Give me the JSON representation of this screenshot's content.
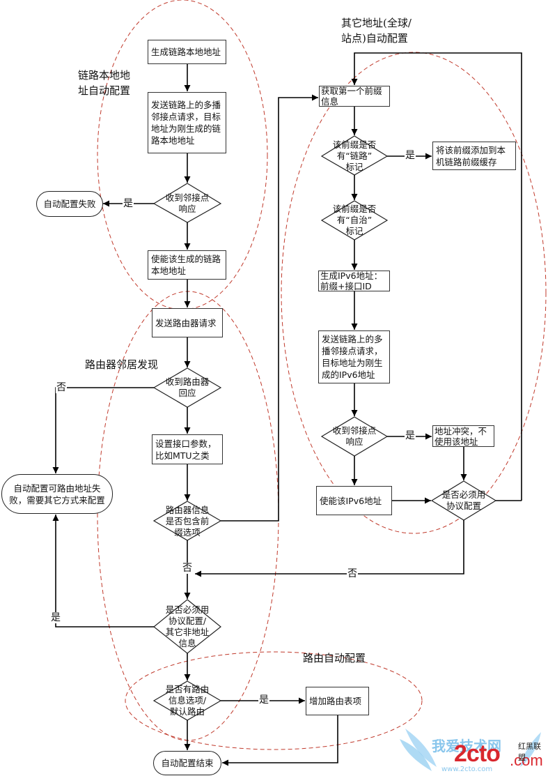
{
  "regions": {
    "link_local": "链路本地地址自动配置",
    "link_local_lines": [
      "链路本地地",
      "址自动配置"
    ],
    "router_discovery": "路由器邻居发现",
    "other_address_lines": [
      "其它地址(全球/",
      "站点)自动配置"
    ],
    "route_config": "路由自动配置"
  },
  "nodes": {
    "gen_link_local": "生成链路本地地址",
    "send_ns": "发送链路上的多播邻接点请求，目标地址为刚生成的链路本地地址",
    "recv_na_1": "收到邻接点响应",
    "autoconf_fail": "自动配置失败",
    "enable_link_local": "使能该生成的链路本地地址",
    "send_rs": "发送路由器请求",
    "recv_ra": "收到路由器回应",
    "set_params": "设置接口参数，比如MTU之类",
    "routable_fail": "自动配置可路由地址失败，需要其它方式来配置",
    "has_prefix": "路由器信息是否包含前缀选项",
    "must_use_protocol_other": "是否必须用协议配置/其它非地址信息",
    "has_route_info": "是否有路由信息选项/默认路由",
    "add_route": "增加路由表项",
    "autoconf_end": "自动配置结束",
    "get_prefix": "获取第一个前缀信息",
    "has_link_flag": "该前缀是否有“链路”标记",
    "add_prefix_cache": "将该前缀添加到本机链路前缀缓存",
    "has_auto_flag": "该前缀是否有“自治”标记",
    "gen_ipv6": "生成IPv6地址：前缀+接口ID",
    "send_ns_ipv6": "发送链路上的多播邻接点请求，目标地址为刚生成的IPv6地址",
    "recv_na_2": "收到邻接点响应",
    "addr_conflict": "地址冲突，不使用该地址",
    "enable_ipv6": "使能该IPv6地址",
    "must_use_protocol": "是否必须用协议配置"
  },
  "diamond_lines": {
    "recv_na_1": [
      "收到邻接点",
      "响应"
    ],
    "recv_ra": [
      "收到路由器",
      "回应"
    ],
    "has_prefix": [
      "路由器信息",
      "是否包含前",
      "缀选项"
    ],
    "must_use_protocol_other": [
      "是否必须用",
      "协议配置/",
      "其它非地址",
      "信息"
    ],
    "has_route_info": [
      "是否有路由",
      "信息选项/",
      "默认路由"
    ],
    "has_link_flag": [
      "该前缀是否",
      "有“链路”",
      "标记"
    ],
    "has_auto_flag": [
      "该前缀是否",
      "有“自治”",
      "标记"
    ],
    "recv_na_2": [
      "收到邻接点",
      "响应"
    ],
    "must_use_protocol": [
      "是否必须用",
      "协议配置"
    ]
  },
  "edge_labels": {
    "yes": "是",
    "no": "否"
  },
  "watermark": {
    "cn": "我爱技术网",
    "brand": "2cto",
    "suffix": ".com",
    "tag": "红黑联盟",
    "url": "www.2cto.com"
  },
  "colors": {
    "line": "#000000",
    "region_dash": "#c0392b",
    "watermark_blue": "#6cb8e8",
    "watermark_red": "#d9272e"
  }
}
